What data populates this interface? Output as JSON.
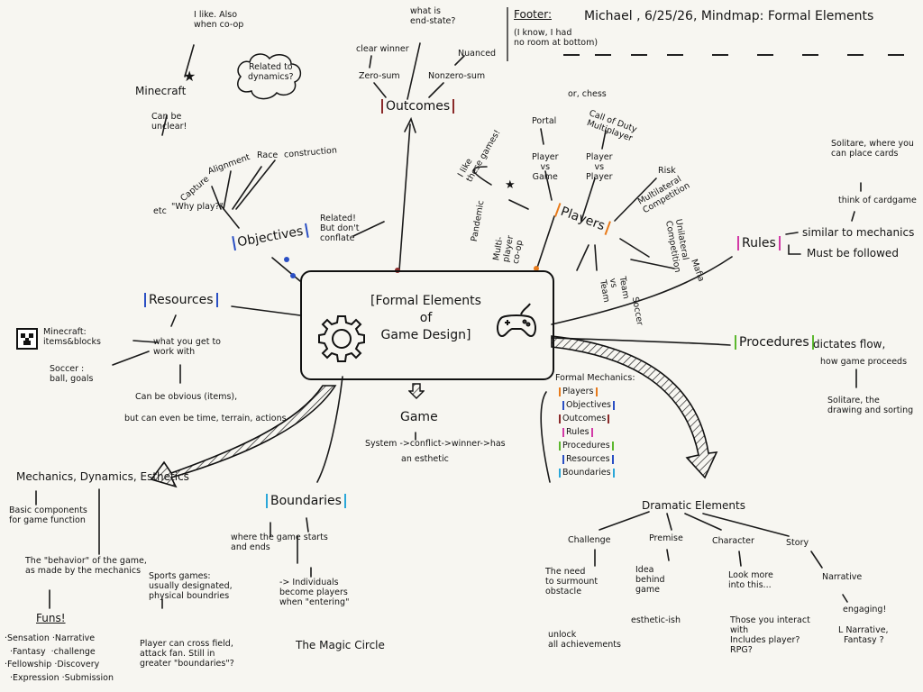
{
  "footer": {
    "label": "Footer:",
    "note": "(I know, I had\nno room at bottom)",
    "heading": "Michael , 6/25/26, Mindmap: Formal Elements"
  },
  "center": {
    "title": "[Formal Elements\nof\nGame Design]"
  },
  "outcomes": {
    "label": "Outcomes",
    "end_state": "what is\nend-state?",
    "clear_winner": "clear winner",
    "zero_sum": "Zero-sum",
    "nonzero_sum": "Nonzero-sum",
    "nuanced": "Nuanced"
  },
  "objectives": {
    "label": "Objectives",
    "related_note": "Related!\nBut don't\nconflate",
    "why_play": "\"Why play?\"",
    "etc": "etc",
    "capture": "Capture",
    "alignment": "Alignment",
    "race": "Race",
    "construction": "construction",
    "can_be_unclear": "Can be\nunclear!",
    "minecraft": "Minecraft",
    "i_like": "I like. Also\nwhen co-op",
    "related_dynamics": "Related to\ndynamics?"
  },
  "players": {
    "label": "Players",
    "or_chess": "or, chess",
    "portal": "Portal",
    "player_vs_game": "Player\nvs\nGame",
    "call_of_duty": "Call of Duty\nMultiplayer",
    "player_vs_player": "Player\nvs\nPlayer",
    "risk": "Risk",
    "multilateral": "Multilateral\nCompetition",
    "i_like_these": "I like\nthese games!",
    "pandemic": "Pandemic",
    "multi_coop": "Multi-\nplayer\nco-op",
    "unilateral": "Unilateral\nCompetition",
    "mafia": "Mafia",
    "team_vs_team": "Team\nvs\nTeam",
    "soccer": "Soccer"
  },
  "rules": {
    "label": "Rules",
    "solitaire": "Solitare, where you\ncan place cards",
    "think_cardgame": "think of cardgame",
    "similar": "similar to mechanics",
    "must_follow": "Must be followed"
  },
  "procedures": {
    "label": "Procedures",
    "dictates": "dictates flow,",
    "how_proceeds": "how game proceeds",
    "solitaire_note": "Solitare, the\ndrawing and sorting"
  },
  "resources": {
    "label": "Resources",
    "minecraft": "Minecraft:\nitems&blocks",
    "what_you_get": "what you get to\nwork with",
    "soccer": "Soccer :\nball, goals",
    "obvious": "Can be obvious (items),",
    "but_also": "but can even be time, terrain, actions"
  },
  "game": {
    "title": "Game",
    "system": "System ->conflict->winner->has",
    "esthetic": "an esthetic"
  },
  "formal_mechanics": {
    "title": "Formal Mechanics:",
    "items": [
      "Players",
      "Objectives",
      "Outcomes",
      "Rules",
      "Procedures",
      "Resources",
      "Boundaries"
    ],
    "colors": [
      "#e87a1a",
      "#2a4fc4",
      "#8b2a2a",
      "#d23aa6",
      "#5cb82e",
      "#2a4fc4",
      "#2aa7d9"
    ]
  },
  "mde": {
    "title": "Mechanics, Dynamics, Esthetics",
    "basic": "Basic components\nfor game function",
    "behavior": "The \"behavior\" of the game,\nas made by the mechanics",
    "funs_title": "Funs!",
    "funs": "·Sensation ·Narrative\n  ·Fantasy  ·challenge\n·Fellowship ·Discovery\n  ·Expression ·Submission"
  },
  "boundaries": {
    "label": "Boundaries",
    "where_game": "where the game starts\nand ends",
    "sports": "Sports games:\nusually designated,\nphysical boundries",
    "cross_field": "Player can cross field,\nattack fan. Still in\ngreater \"boundaries\"?",
    "individuals": "-> Individuals\nbecome players\nwhen \"entering\"",
    "magic_circle": "The Magic Circle"
  },
  "dramatic": {
    "title": "Dramatic Elements",
    "challenge": "Challenge",
    "premise": "Premise",
    "character": "Character",
    "story": "Story",
    "challenge_note": "The need\nto surmount\nobstacle",
    "unlock": "unlock\nall achievements",
    "premise_note": "Idea\nbehind\ngame",
    "esthetic_ish": "esthetic-ish",
    "character_note": "Look more\ninto this...",
    "character_note2": "Those you interact\nwith\nIncludes player?\nRPG?",
    "story_note": "Narrative",
    "engaging": "engaging!",
    "narrative_fantasy": "L Narrative,\n  Fantasy ?"
  },
  "colors": {
    "outcomes": "#8b2a2a",
    "objectives": "#2a4fc4",
    "players": "#e87a1a",
    "rules": "#d23aa6",
    "procedures": "#5cb82e",
    "resources": "#2a4fc4",
    "boundaries": "#2aa7d9"
  },
  "icons": [
    "gear-icon",
    "gamepad-icon",
    "arrow-down-icon",
    "minecraft-creeper-icon",
    "thought-cloud-icon",
    "star-icon"
  ]
}
